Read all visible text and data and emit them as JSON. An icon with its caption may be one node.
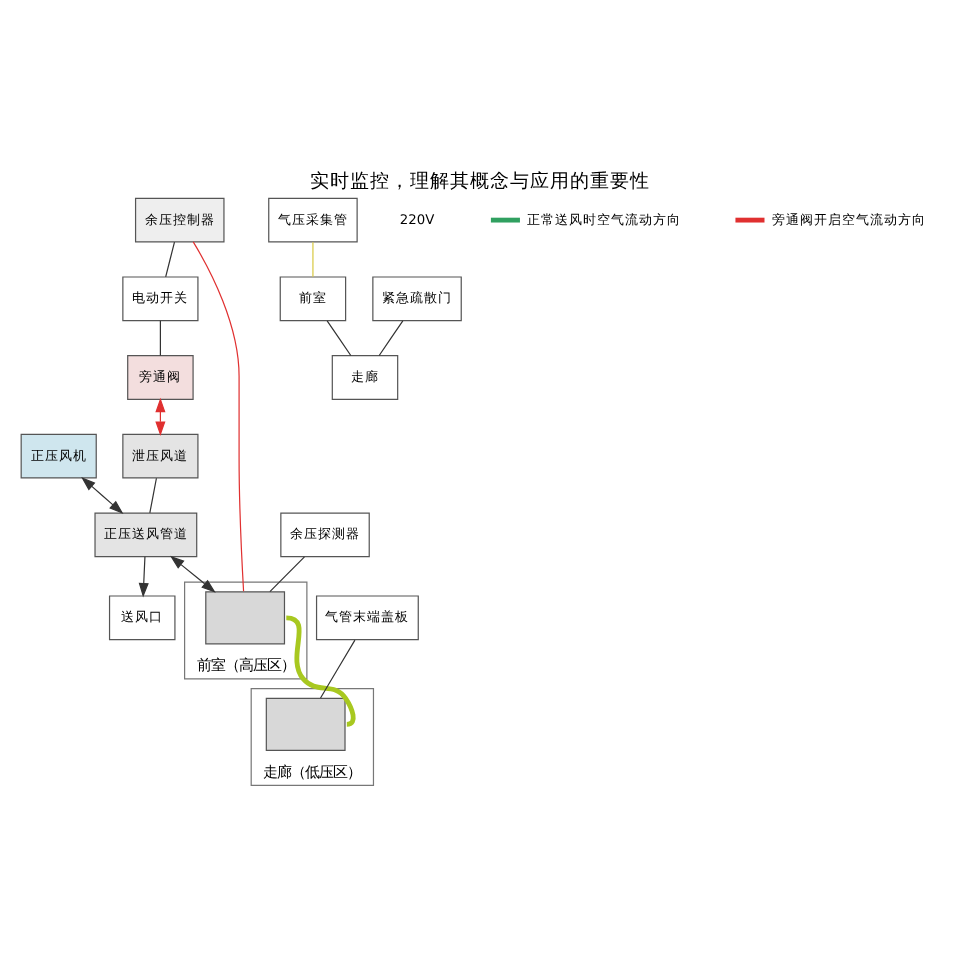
{
  "diagram": {
    "title": "实时监控，理解其概念与应用的重要性",
    "nodes": [
      {
        "text": [
          "正压风机"
        ]
      },
      {
        "text": [
          "余压控制器"
        ]
      },
      {
        "text": [
          "电动开关"
        ]
      },
      {
        "text": [
          "旁通阀"
        ]
      },
      {
        "text": [
          "泄压风道"
        ]
      },
      {
        "text": [
          "正压送风管道"
        ]
      },
      {
        "text": [
          "送风口"
        ]
      },
      {
        "text": [
          "气压采集管"
        ]
      },
      {
        "text": [
          "前室"
        ]
      },
      {
        "text": [
          "走廊"
        ]
      },
      {
        "text": [
          "紧急疏散门"
        ]
      },
      {
        "text": [
          "前室（高压区）"
        ]
      },
      {
        "text": [
          "走廊（低压区）"
        ]
      },
      {
        "text": [],
        "shape": "box",
        "in": 11
      },
      {
        "text": [],
        "shape": "box",
        "in": 12
      },
      {
        "text": [
          "余压探测器"
        ]
      },
      {
        "text": [
          "气管末端盖板"
        ]
      }
    ],
    "edges": [
      {
        "from": 1,
        "to": 2,
        "arrow": "none"
      },
      {
        "from": 2,
        "to": 3,
        "arrow": "none"
      },
      {
        "from": 3,
        "to": 4,
        "arrow": "both",
        "color": "#e03030"
      },
      {
        "from": 4,
        "to": 5,
        "arrow": "none"
      },
      {
        "from": 0,
        "to": 5,
        "arrow": "both"
      },
      {
        "from": 5,
        "to": 6,
        "arrow": "to"
      },
      {
        "from": 7,
        "to": 8,
        "arrow": "none",
        "color": "#d8c840"
      },
      {
        "from": 8,
        "to": 9,
        "arrow": "none"
      },
      {
        "from": 1,
        "to": 13,
        "arrow": "none",
        "color": "#e03030"
      },
      {
        "from": 13,
        "to": 14,
        "arrow": "none",
        "style": "thick",
        "color": "#a8c820"
      },
      {
        "from": 5,
        "to": 13,
        "arrow": "both"
      },
      {
        "from": 15,
        "to": 13,
        "arrow": "none"
      },
      {
        "from": 16,
        "to": 14,
        "arrow": "none"
      },
      {
        "from": 10,
        "to": 9,
        "arrow": "none"
      }
    ],
    "labels": [
      "220V"
    ],
    "legend": [
      {
        "text": "正常送风时空气流动方向",
        "color": "#30a060"
      },
      {
        "text": "旁通阀开启空气流动方向",
        "color": "#e03030"
      }
    ]
  }
}
